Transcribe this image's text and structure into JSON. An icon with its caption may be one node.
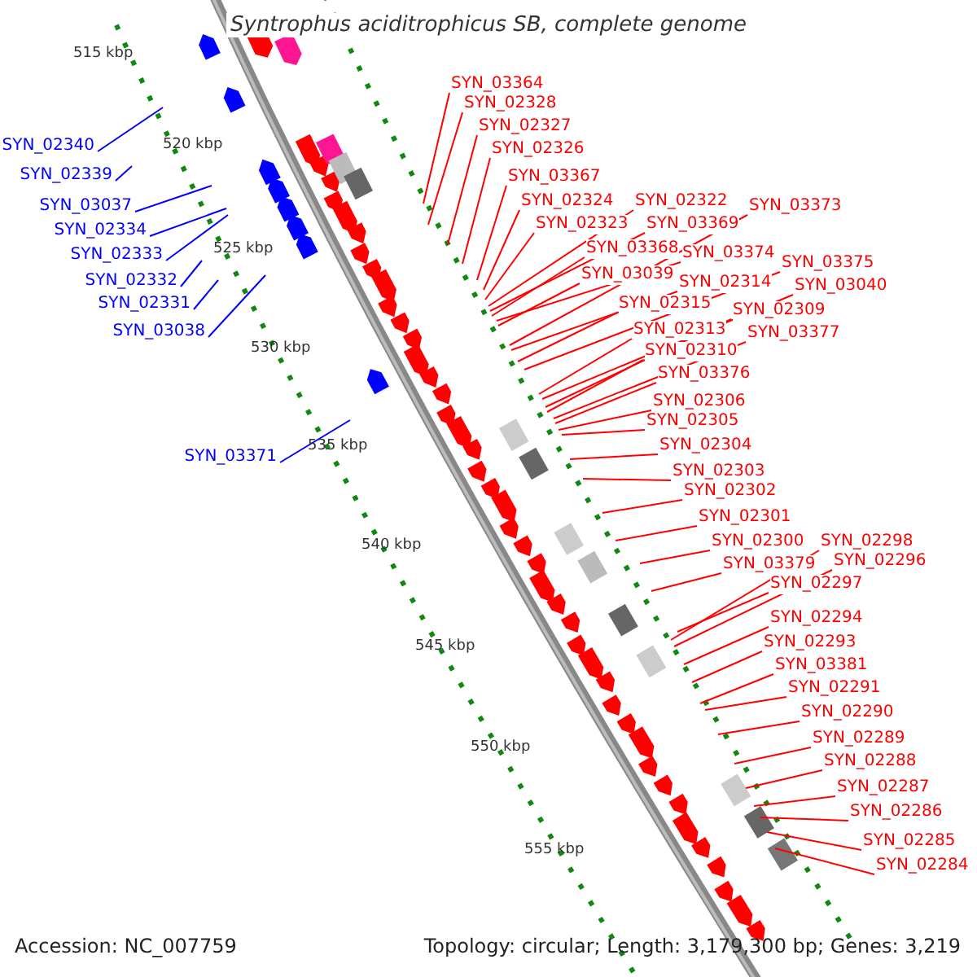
{
  "diagram": {
    "title": "Syntrophus aciditrophicus SB, complete genome",
    "nodes": [
      {
        "text": [
          "SYN_03364"
        ]
      },
      {
        "text": [
          "SYN_02328"
        ]
      },
      {
        "text": [
          "SYN_02327"
        ]
      },
      {
        "text": [
          "SYN_02326"
        ]
      },
      {
        "text": [
          "SYN_03367"
        ]
      },
      {
        "text": [
          "SYN_02324"
        ]
      },
      {
        "text": [
          "SYN_02323"
        ]
      },
      {
        "text": [
          "SYN_02322"
        ]
      },
      {
        "text": [
          "SYN_03369"
        ]
      },
      {
        "text": [
          "SYN_03368"
        ]
      },
      {
        "text": [
          "SYN_03374"
        ]
      },
      {
        "text": [
          "SYN_03039"
        ]
      },
      {
        "text": [
          "SYN_03373"
        ]
      },
      {
        "text": [
          "SYN_02314"
        ]
      },
      {
        "text": [
          "SYN_02315"
        ]
      },
      {
        "text": [
          "SYN_03375"
        ]
      },
      {
        "text": [
          "SYN_02313"
        ]
      },
      {
        "text": [
          "SYN_03040"
        ]
      },
      {
        "text": [
          "SYN_02309"
        ]
      },
      {
        "text": [
          "SYN_02310"
        ]
      },
      {
        "text": [
          "SYN_03377"
        ]
      },
      {
        "text": [
          "SYN_03376"
        ]
      },
      {
        "text": [
          "SYN_02306"
        ]
      },
      {
        "text": [
          "SYN_02305"
        ]
      },
      {
        "text": [
          "SYN_02304"
        ]
      },
      {
        "text": [
          "SYN_02303"
        ]
      },
      {
        "text": [
          "SYN_02302"
        ]
      },
      {
        "text": [
          "SYN_02301"
        ]
      },
      {
        "text": [
          "SYN_02300"
        ]
      },
      {
        "text": [
          "SYN_02298"
        ]
      },
      {
        "text": [
          "SYN_03379"
        ]
      },
      {
        "text": [
          "SYN_02296"
        ]
      },
      {
        "text": [
          "SYN_02297"
        ]
      },
      {
        "text": [
          "SYN_02294"
        ]
      },
      {
        "text": [
          "SYN_02293"
        ]
      },
      {
        "text": [
          "SYN_03381"
        ]
      },
      {
        "text": [
          "SYN_02291"
        ]
      },
      {
        "text": [
          "SYN_02290"
        ]
      },
      {
        "text": [
          "SYN_02289"
        ]
      },
      {
        "text": [
          "SYN_02288"
        ]
      },
      {
        "text": [
          "SYN_02287"
        ]
      },
      {
        "text": [
          "SYN_02286"
        ]
      },
      {
        "text": [
          "SYN_02285"
        ]
      },
      {
        "text": [
          "SYN_02284"
        ]
      },
      {
        "text": [
          "SYN_02340"
        ]
      },
      {
        "text": [
          "SYN_02339"
        ]
      },
      {
        "text": [
          "SYN_03037"
        ]
      },
      {
        "text": [
          "SYN_02334"
        ]
      },
      {
        "text": [
          "SYN_02333"
        ]
      },
      {
        "text": [
          "SYN_02332"
        ]
      },
      {
        "text": [
          "SYN_02331"
        ]
      },
      {
        "text": [
          "SYN_03038"
        ]
      },
      {
        "text": [
          "SYN_03371"
        ]
      }
    ],
    "edges": [
      {
        "from": 0,
        "to": null,
        "arrow": "none"
      },
      {
        "from": 1,
        "to": null,
        "arrow": "none"
      },
      {
        "from": 2,
        "to": null,
        "arrow": "none"
      },
      {
        "from": 3,
        "to": null,
        "arrow": "none"
      },
      {
        "from": 4,
        "to": null,
        "arrow": "none"
      },
      {
        "from": 5,
        "to": null,
        "arrow": "none"
      },
      {
        "from": 6,
        "to": null,
        "arrow": "none"
      },
      {
        "from": 7,
        "to": null,
        "arrow": "none"
      },
      {
        "from": 8,
        "to": null,
        "arrow": "none"
      },
      {
        "from": 9,
        "to": null,
        "arrow": "none"
      },
      {
        "from": 10,
        "to": null,
        "arrow": "none"
      },
      {
        "from": 11,
        "to": null,
        "arrow": "none"
      },
      {
        "from": 12,
        "to": null,
        "arrow": "none"
      },
      {
        "from": 13,
        "to": null,
        "arrow": "none"
      },
      {
        "from": 14,
        "to": null,
        "arrow": "none"
      },
      {
        "from": 15,
        "to": null,
        "arrow": "none"
      },
      {
        "from": 16,
        "to": null,
        "arrow": "none"
      },
      {
        "from": 17,
        "to": null,
        "arrow": "none"
      },
      {
        "from": 18,
        "to": null,
        "arrow": "none"
      },
      {
        "from": 19,
        "to": null,
        "arrow": "none"
      },
      {
        "from": 20,
        "to": null,
        "arrow": "none"
      },
      {
        "from": 21,
        "to": null,
        "arrow": "none"
      },
      {
        "from": 22,
        "to": null,
        "arrow": "none"
      },
      {
        "from": 23,
        "to": null,
        "arrow": "none"
      },
      {
        "from": 24,
        "to": null,
        "arrow": "none"
      },
      {
        "from": 25,
        "to": null,
        "arrow": "none"
      },
      {
        "from": 26,
        "to": null,
        "arrow": "none"
      },
      {
        "from": 27,
        "to": null,
        "arrow": "none"
      },
      {
        "from": 28,
        "to": null,
        "arrow": "none"
      },
      {
        "from": 29,
        "to": null,
        "arrow": "none"
      },
      {
        "from": 30,
        "to": null,
        "arrow": "none"
      },
      {
        "from": 31,
        "to": null,
        "arrow": "none"
      },
      {
        "from": 32,
        "to": null,
        "arrow": "none"
      },
      {
        "from": 33,
        "to": null,
        "arrow": "none"
      },
      {
        "from": 34,
        "to": null,
        "arrow": "none"
      },
      {
        "from": 35,
        "to": null,
        "arrow": "none"
      },
      {
        "from": 36,
        "to": null,
        "arrow": "none"
      },
      {
        "from": 37,
        "to": null,
        "arrow": "none"
      },
      {
        "from": 38,
        "to": null,
        "arrow": "none"
      },
      {
        "from": 39,
        "to": null,
        "arrow": "none"
      },
      {
        "from": 40,
        "to": null,
        "arrow": "none"
      },
      {
        "from": 41,
        "to": null,
        "arrow": "none"
      },
      {
        "from": 42,
        "to": null,
        "arrow": "none"
      },
      {
        "from": 43,
        "to": null,
        "arrow": "none"
      },
      {
        "from": 44,
        "to": null,
        "arrow": "none",
        "color": "#0000ff"
      },
      {
        "from": 45,
        "to": null,
        "arrow": "none",
        "color": "#0000ff"
      },
      {
        "from": 46,
        "to": null,
        "arrow": "none",
        "color": "#0000ff"
      },
      {
        "from": 47,
        "to": null,
        "arrow": "none",
        "color": "#0000ff"
      },
      {
        "from": 48,
        "to": null,
        "arrow": "none",
        "color": "#0000ff"
      },
      {
        "from": 49,
        "to": null,
        "arrow": "none",
        "color": "#0000ff"
      },
      {
        "from": 50,
        "to": null,
        "arrow": "none",
        "color": "#0000ff"
      },
      {
        "from": 51,
        "to": null,
        "arrow": "none",
        "color": "#0000ff"
      },
      {
        "from": 52,
        "to": null,
        "arrow": "none",
        "color": "#0000ff"
      }
    ],
    "labels": [
      "515 kbp",
      "520 kbp",
      "525 kbp",
      "530 kbp",
      "535 kbp",
      "540 kbp",
      "545 kbp",
      "550 kbp",
      "555 kbp",
      "Accession: NC_007759",
      "Topology: circular; Length: 3,179,300 bp; Genes: 3,219"
    ]
  }
}
